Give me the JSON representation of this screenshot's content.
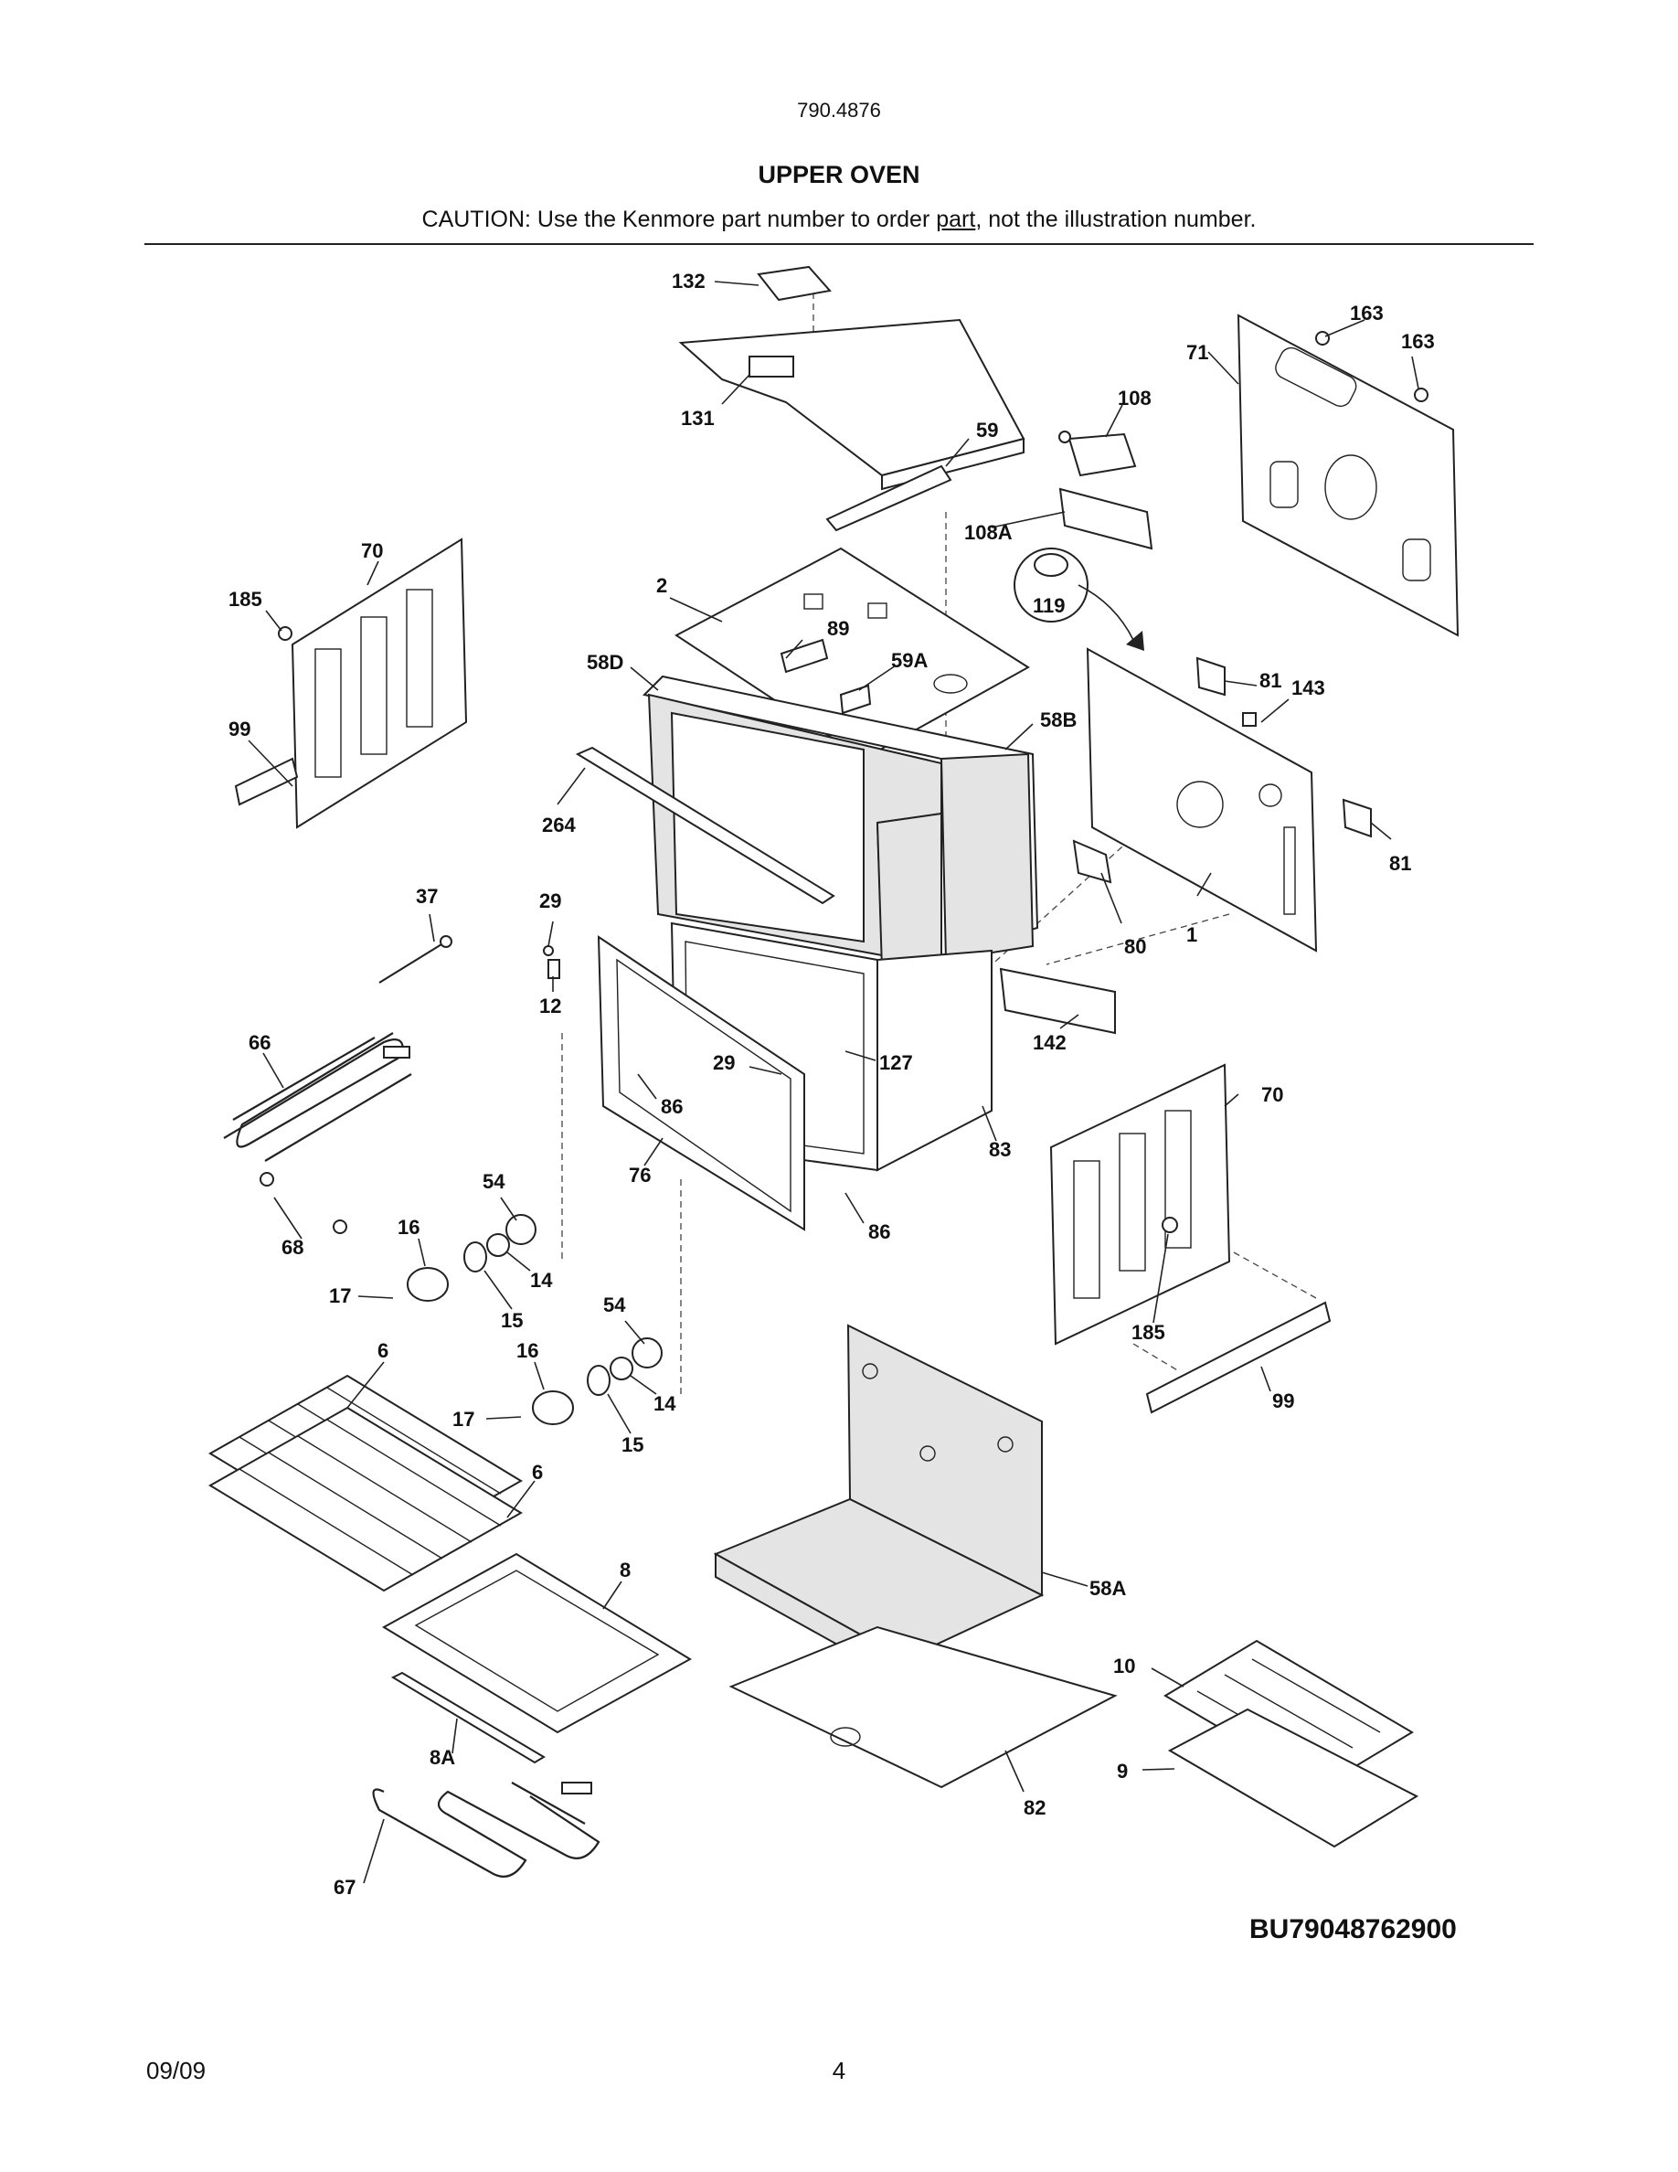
{
  "header": {
    "model_number": "790.4876",
    "title": "UPPER OVEN",
    "caution_before": "CAUTION: Use the Kenmore part number to order ",
    "caution_link": "part",
    "caution_after": ", not the illustration number."
  },
  "diagram": {
    "code": "BU79048762900",
    "labels": {
      "l132": "132",
      "l131": "131",
      "l59": "59",
      "l108": "108",
      "l108A": "108A",
      "l71": "71",
      "l163a": "163",
      "l163b": "163",
      "l119": "119",
      "l70a": "70",
      "l185a": "185",
      "l99a": "99",
      "l2": "2",
      "l89": "89",
      "l59A": "59A",
      "l58D": "58D",
      "l58B": "58B",
      "l81a": "81",
      "l143": "143",
      "l81b": "81",
      "l264": "264",
      "l37": "37",
      "l29a": "29",
      "l12": "12",
      "l80": "80",
      "l1": "1",
      "l66": "66",
      "l29b": "29",
      "l127": "127",
      "l142": "142",
      "l86a": "86",
      "l83": "83",
      "l70b": "70",
      "l76": "76",
      "l86b": "86",
      "l68": "68",
      "l54a": "54",
      "l16a": "16",
      "l14a": "14",
      "l17a": "17",
      "l15a": "15",
      "l185b": "185",
      "l54b": "54",
      "l16b": "16",
      "l14b": "14",
      "l17b": "17",
      "l15b": "15",
      "l6a": "6",
      "l6b": "6",
      "l99b": "99",
      "l8": "8",
      "l58A": "58A",
      "l10": "10",
      "l8A": "8A",
      "l9": "9",
      "l82": "82",
      "l67": "67"
    }
  },
  "footer": {
    "date": "09/09",
    "page": "4"
  }
}
